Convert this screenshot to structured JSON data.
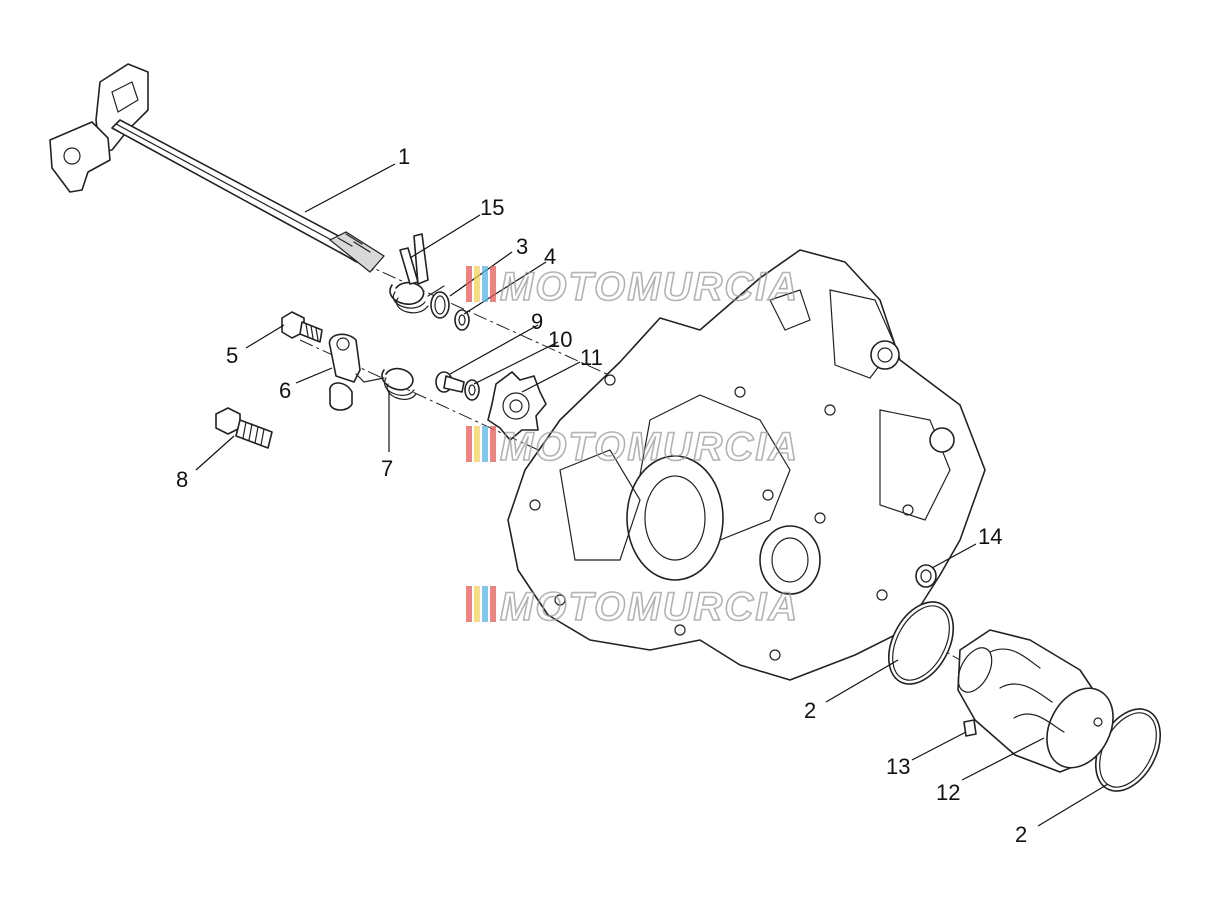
{
  "callouts": [
    {
      "id": "1",
      "label": "1"
    },
    {
      "id": "15",
      "label": "15"
    },
    {
      "id": "3",
      "label": "3"
    },
    {
      "id": "4",
      "label": "4"
    },
    {
      "id": "5",
      "label": "5"
    },
    {
      "id": "9",
      "label": "9"
    },
    {
      "id": "10",
      "label": "10"
    },
    {
      "id": "11",
      "label": "11"
    },
    {
      "id": "6",
      "label": "6"
    },
    {
      "id": "7",
      "label": "7"
    },
    {
      "id": "8",
      "label": "8"
    },
    {
      "id": "14",
      "label": "14"
    },
    {
      "id": "2a",
      "label": "2"
    },
    {
      "id": "13",
      "label": "13"
    },
    {
      "id": "12",
      "label": "12"
    },
    {
      "id": "2b",
      "label": "2"
    }
  ],
  "watermark": {
    "text": "MOTOMURCIA",
    "stripe_colors": [
      "#e65a5a",
      "#f2d25a",
      "#5ab4e6",
      "#e65a5a"
    ]
  }
}
